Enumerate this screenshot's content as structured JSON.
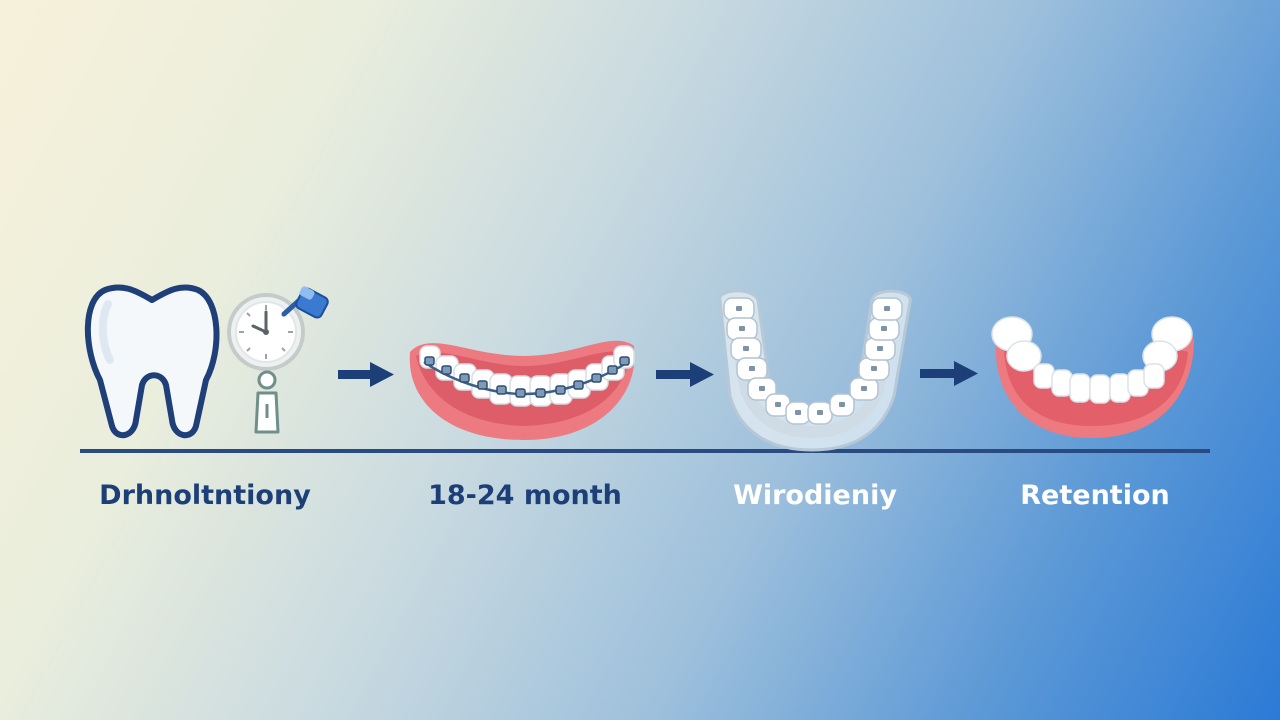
{
  "steps": [
    {
      "icon": "tooth-and-clock-icon",
      "label": "Drhnoltntiony"
    },
    {
      "icon": "braces-icon",
      "label": "18-24 month"
    },
    {
      "icon": "clear-aligner-icon",
      "label": "Wirodieniy"
    },
    {
      "icon": "retainer-teeth-icon",
      "label": "Retention"
    }
  ],
  "colors": {
    "navy": "#1d3f78",
    "gum": "#ea737b",
    "label_dark": "#1d3f78",
    "label_light": "#ffffff"
  }
}
